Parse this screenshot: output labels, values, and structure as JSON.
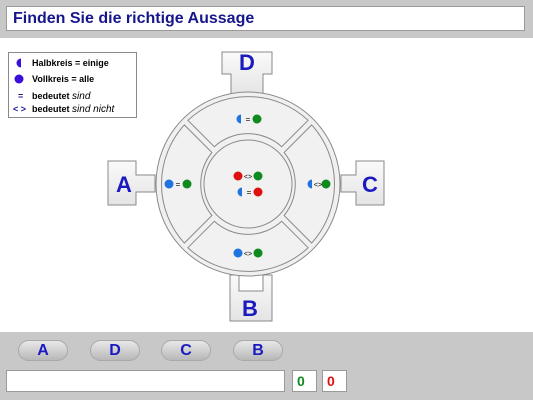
{
  "title": "Finden Sie die richtige Aussage",
  "legend": {
    "row1": {
      "text": "Halbkreis = einige"
    },
    "row2": {
      "text": "Vollkreis = alle"
    },
    "row3": {
      "symbol": "=",
      "text": "bedeutet",
      "emph": "sind"
    },
    "row4": {
      "symbol": "< >",
      "text": "bedeutet",
      "emph": "sind nicht"
    }
  },
  "wheel": {
    "labels": {
      "top": "D",
      "left": "A",
      "right": "C",
      "bottom": "B"
    },
    "top_op": "=",
    "left_op": "=",
    "right_op": "<>",
    "bottom_op": "<>",
    "center_op1": "<>",
    "center_op2": "="
  },
  "answers": [
    "A",
    "D",
    "C",
    "B"
  ],
  "score": {
    "correct": "0",
    "wrong": "0"
  },
  "colors": {
    "blue": "#1f74e0",
    "green": "#0e8a1e",
    "red": "#e01010",
    "title": "#17178c",
    "label": "#1a1ac0"
  }
}
